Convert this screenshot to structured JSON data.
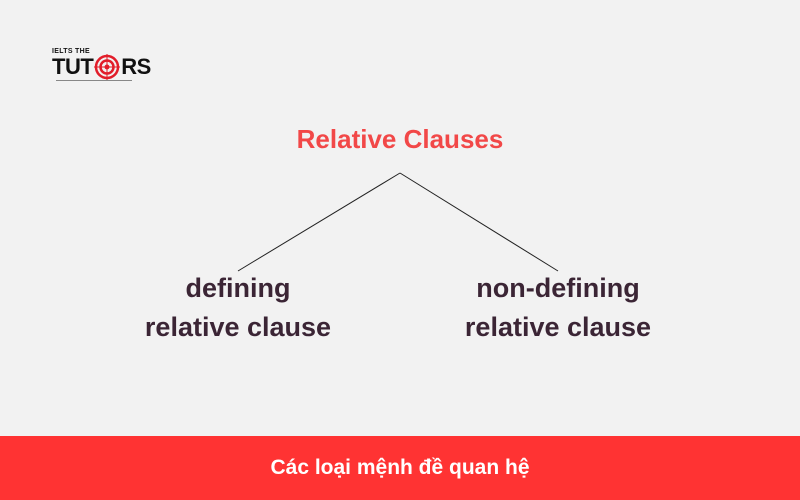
{
  "logo": {
    "small_text": "IELTS THE",
    "left_text": "TUT",
    "right_text": "RS",
    "icon": "target-icon"
  },
  "diagram": {
    "root": "Relative Clauses",
    "children": [
      {
        "line1": "defining",
        "line2": "relative clause"
      },
      {
        "line1": "non-defining",
        "line2": "relative clause"
      }
    ]
  },
  "footer": {
    "text": "Các loại mệnh đề quan hệ"
  },
  "colors": {
    "title": "#f24848",
    "node_text": "#3b2535",
    "footer_bg": "#ff3333",
    "background": "#f2f2f2"
  }
}
